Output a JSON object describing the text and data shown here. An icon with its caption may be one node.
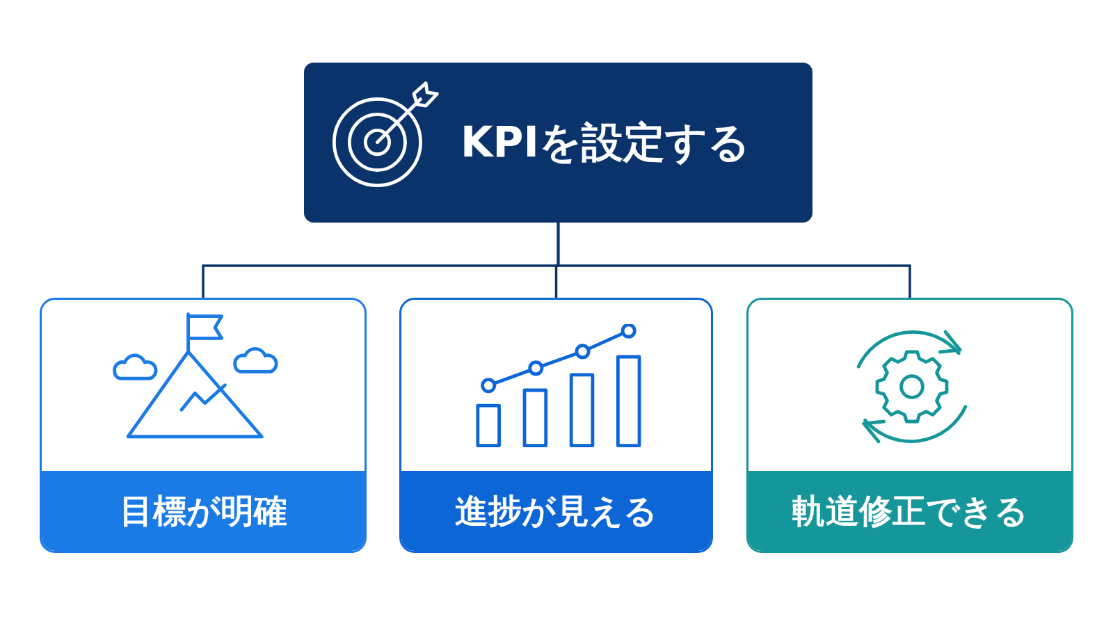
{
  "diagram": {
    "nodes": [
      {
        "text": [
          "KPIを設定する"
        ]
      },
      {
        "text": [
          "目標が明確"
        ]
      },
      {
        "text": [
          "進捗が見える"
        ]
      },
      {
        "text": [
          "軌道修正できる"
        ]
      }
    ],
    "edges": [
      {
        "from": 0,
        "to": 1,
        "arrow": "none"
      },
      {
        "from": 0,
        "to": 2,
        "arrow": "none"
      },
      {
        "from": 0,
        "to": 3,
        "arrow": "none"
      }
    ]
  }
}
